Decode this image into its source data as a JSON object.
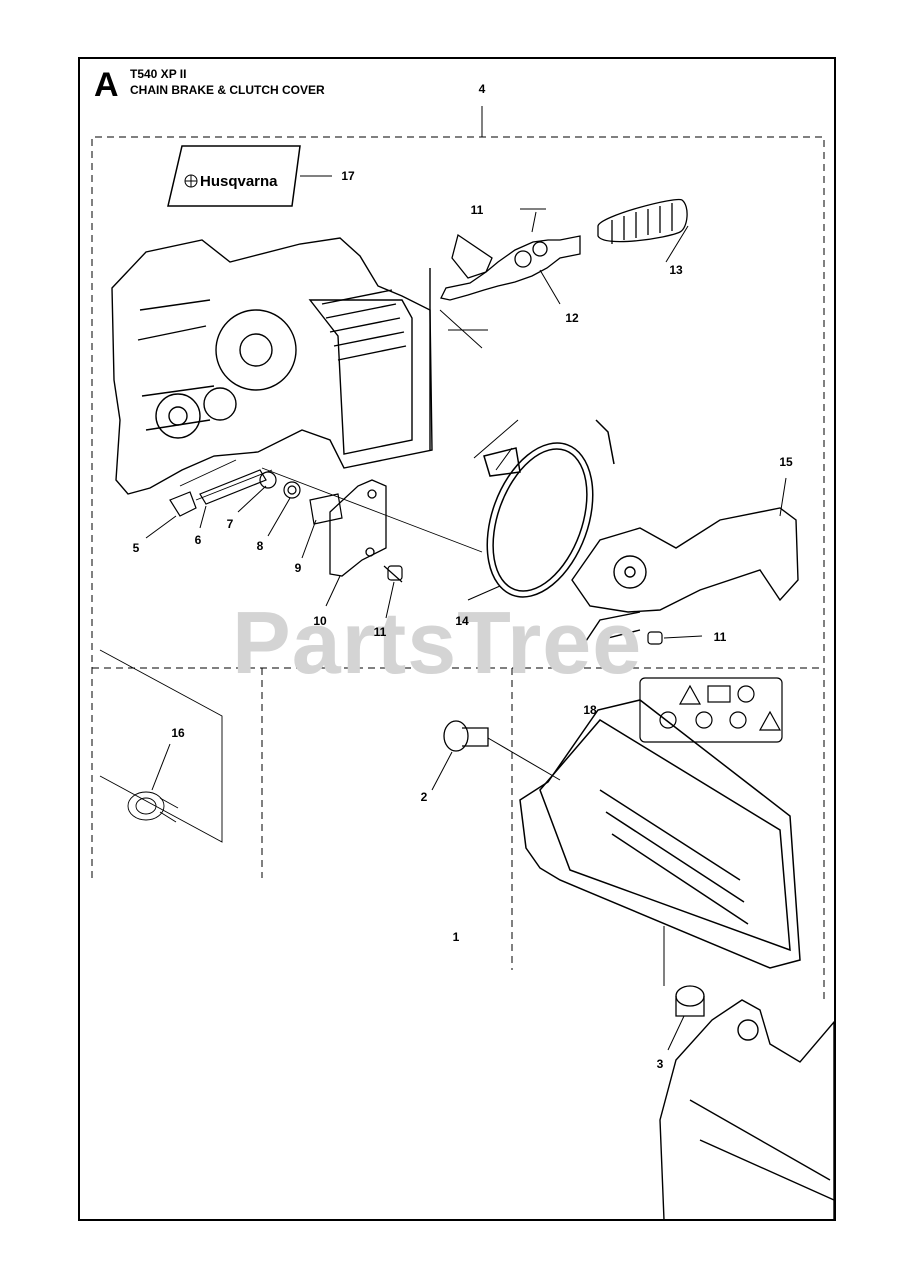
{
  "header": {
    "section_letter": "A",
    "model": "T540 XP II",
    "title": "CHAIN BRAKE & CLUTCH COVER"
  },
  "decal_17": {
    "brand_text": "Husqvarna"
  },
  "watermark": "PartsTree",
  "callouts": [
    "4",
    "17",
    "11",
    "13",
    "12",
    "15",
    "5",
    "6",
    "7",
    "8",
    "9",
    "10",
    "11",
    "14",
    "11",
    "16",
    "18",
    "2",
    "1",
    "3"
  ],
  "colors": {
    "line": "#000000",
    "watermark": "#d4d4d4",
    "background": "#ffffff"
  }
}
